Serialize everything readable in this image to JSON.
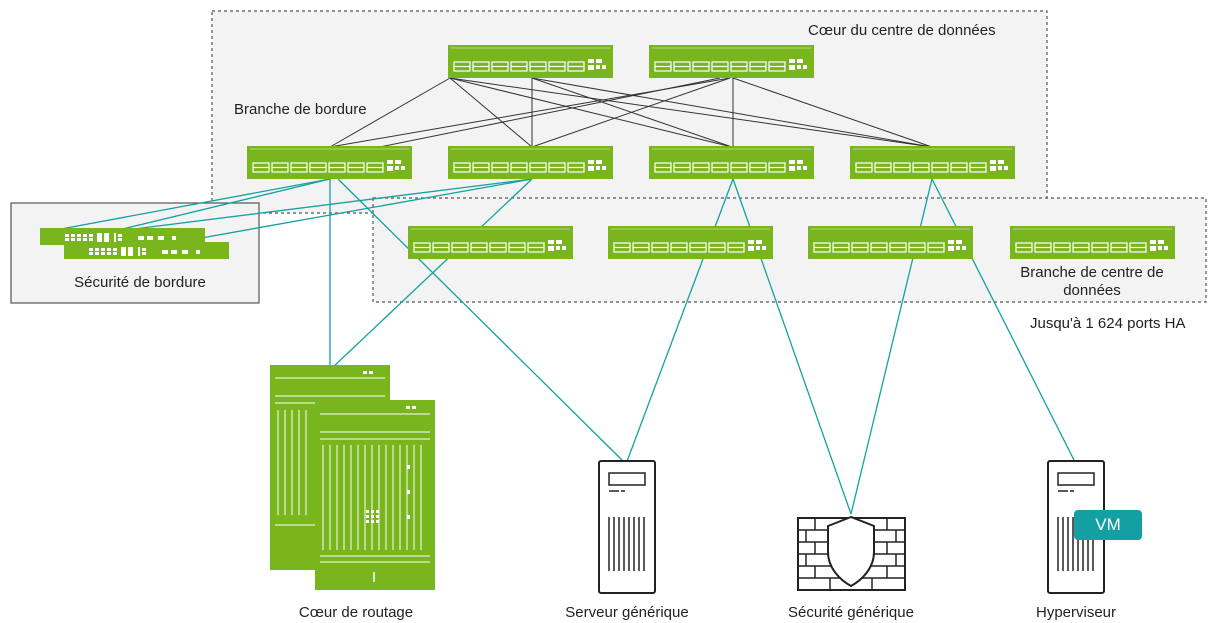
{
  "colors": {
    "switch": "#79b51d",
    "switch_dark": "#6aa017",
    "link_teal": "#14a1a1",
    "link_gray": "#333333",
    "zone_fill": "#f3f3f3",
    "vm_badge": "#149fa3"
  },
  "labels": {
    "core_zone": "Cœur du centre de données",
    "edge_branch": "Branche de bordure",
    "edge_security": "Sécurité de bordure",
    "dc_branch": "Branche de centre de données",
    "ha_ports": "Jusqu'à 1 624 ports HA",
    "routing_core": "Cœur de routage",
    "generic_server": "Serveur générique",
    "generic_security": "Sécurité générique",
    "hypervisor": "Hyperviseur",
    "vm": "VM"
  },
  "icons": [
    "switch-icon",
    "firewall-icon",
    "router-chassis-icon",
    "server-icon",
    "shield-icon"
  ]
}
